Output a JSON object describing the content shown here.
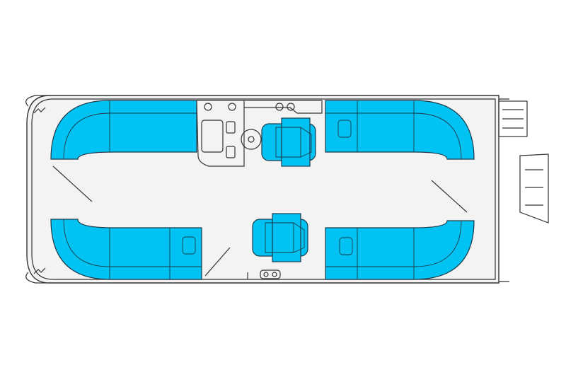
{
  "diagram": {
    "colors": {
      "seat": "#00c3f3",
      "deck": "#f3f3f3",
      "outline": "#333333",
      "background": "#ffffff"
    },
    "components": [
      "bow-lounge-port",
      "bow-lounge-starboard",
      "stern-lounge-port",
      "stern-lounge-starboard",
      "helm-console",
      "captain-chair",
      "passenger-chair",
      "boarding-ladder",
      "swim-platform"
    ]
  }
}
